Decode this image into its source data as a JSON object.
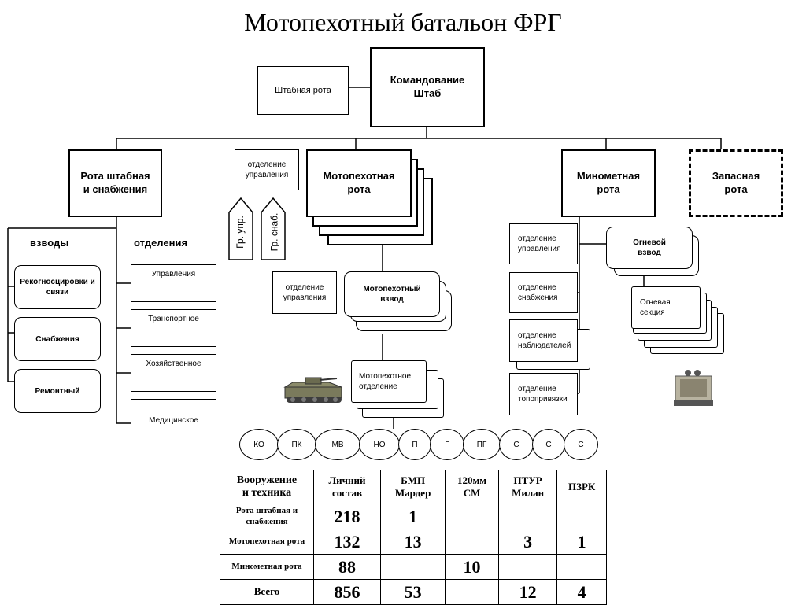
{
  "title": "Мотопехотный батальон ФРГ",
  "command": {
    "line1": "Командование",
    "line2": "Штаб"
  },
  "hq_company": "Штабная рота",
  "supply_company": {
    "line1": "Рота штабная",
    "line2": "и снабжения"
  },
  "platoons_header": "взводы",
  "sections_header": "отделения",
  "platoons": [
    "Рекогносцировки и связи",
    "Снабжения",
    "Ремонтный"
  ],
  "sections": [
    "Управления",
    "Транспортное",
    "Хозяйственное",
    "Медицинское"
  ],
  "mech_company": {
    "control_section": "отделение управления",
    "name": {
      "line1": "Мотопехотная",
      "line2": "рота"
    },
    "group_control": "Гр. упр.",
    "group_supply": "Гр. снаб.",
    "platoon_control": "отделение управления",
    "platoon": {
      "line1": "Мотопехотный",
      "line2": "взвод"
    },
    "squad": {
      "line1": "Мотопехотное",
      "line2": "отделение"
    }
  },
  "mortar_company": {
    "name": {
      "line1": "Минометная",
      "line2": "рота"
    },
    "sections": [
      "отделение управления",
      "отделение снабжения",
      "отделение наблюдателей",
      "отделение топопривязки"
    ],
    "fire_platoon": {
      "line1": "Огневой",
      "line2": "взвод"
    },
    "fire_section": {
      "line1": "Огневая",
      "line2": "секция"
    }
  },
  "reserve_company": {
    "line1": "Запасная",
    "line2": "рота"
  },
  "squad_members": [
    "КО",
    "ПК",
    "МВ",
    "НО",
    "П",
    "Г",
    "ПГ",
    "С",
    "С",
    "С"
  ],
  "table": {
    "headers": [
      {
        "line1": "Вооружение",
        "line2": "и техника"
      },
      {
        "line1": "Личний",
        "line2": "состав"
      },
      {
        "line1": "БМП",
        "line2": "Мардер"
      },
      {
        "line1": "120мм",
        "line2": "СМ"
      },
      {
        "line1": "ПТУР",
        "line2": "Милан"
      },
      {
        "line1": "ПЗРК",
        "line2": ""
      }
    ],
    "rows": [
      {
        "label": "Рота штабная и снабжения",
        "values": [
          "218",
          "1",
          "",
          "",
          ""
        ]
      },
      {
        "label": "Мотопехотная рота",
        "values": [
          "132",
          "13",
          "",
          "3",
          "1"
        ]
      },
      {
        "label": "Минометная рота",
        "values": [
          "88",
          "",
          "10",
          "",
          ""
        ]
      },
      {
        "label": "Всего",
        "values": [
          "856",
          "53",
          "",
          "12",
          "4"
        ]
      }
    ]
  }
}
